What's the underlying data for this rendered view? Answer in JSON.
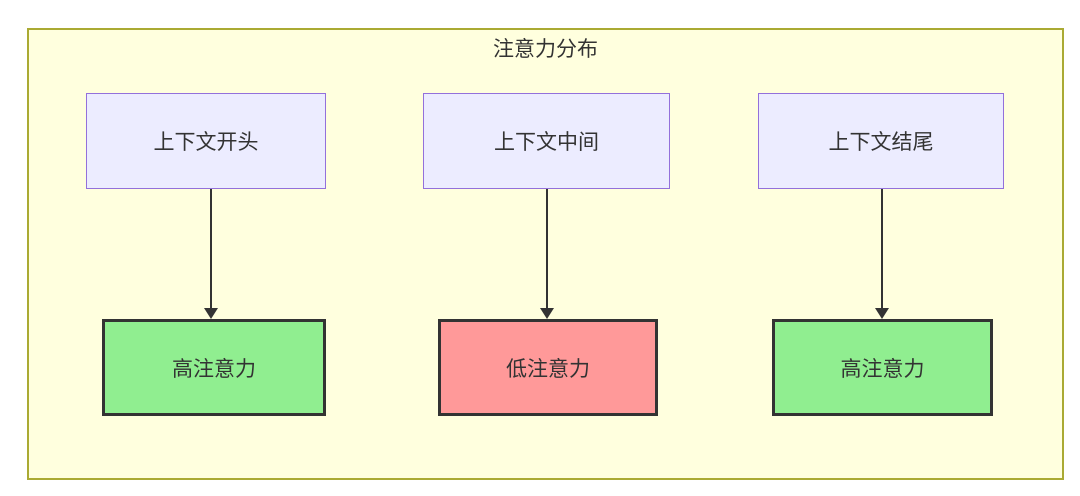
{
  "diagram": {
    "title": "注意力分布",
    "sources": [
      {
        "label": "上下文开头"
      },
      {
        "label": "上下文中间"
      },
      {
        "label": "上下文结尾"
      }
    ],
    "targets": [
      {
        "label": "高注意力",
        "level": "high",
        "fill": "#90EE90"
      },
      {
        "label": "低注意力",
        "level": "low",
        "fill": "#FF9999"
      },
      {
        "label": "高注意力",
        "level": "high",
        "fill": "#90EE90"
      }
    ],
    "colors": {
      "container_fill": "#ffffde",
      "container_border": "#aaaa33",
      "source_fill": "#ECECFF",
      "source_border": "#9370DB",
      "target_border": "#333333",
      "arrow": "#333333",
      "text": "#333333"
    }
  }
}
